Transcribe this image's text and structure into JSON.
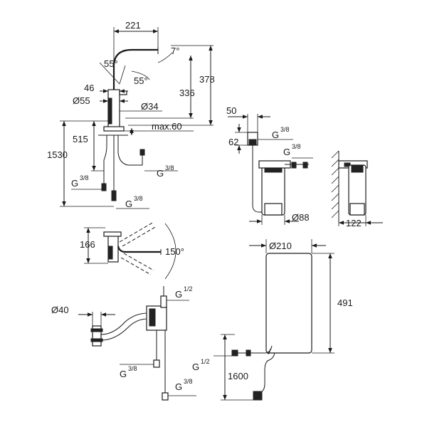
{
  "view_top_left": {
    "dim_spout_reach": "221",
    "dim_angle_spout": "7°",
    "dim_angle_lever_a": "55°",
    "dim_angle_lever_b": "55°",
    "dim_height_total": "378",
    "dim_height_spout": "336",
    "dim_lever_width": "46",
    "dim_base_diameter": "Ø55",
    "dim_hole_diameter": "Ø34",
    "dim_max_deck": "max.60",
    "dim_hose_length": "515",
    "dim_connection_length": "1530",
    "conn_outlet_right": "G",
    "conn_outlet_right_frac": "3/8",
    "conn_outlet_left": "G",
    "conn_outlet_left_frac": "3/8",
    "conn_bottom": "G",
    "conn_bottom_frac": "3/8"
  },
  "view_filter": {
    "dim_head_offset": "50",
    "dim_head_height": "62",
    "conn_top": "G",
    "conn_top_frac": "3/8",
    "conn_side": "G",
    "conn_side_frac": "3/8",
    "dim_filter_diameter": "Ø88",
    "dim_wall_distance": "122"
  },
  "view_swivel": {
    "dim_height": "166",
    "dim_rotation": "150°"
  },
  "view_valve": {
    "dim_hose_diameter": "Ø40",
    "conn_inlet": "G",
    "conn_inlet_frac": "1/2",
    "conn_outlet_a": "G",
    "conn_outlet_a_frac": "3/8",
    "conn_outlet_b": "G",
    "conn_outlet_b_frac": "3/8"
  },
  "view_boiler": {
    "dim_diameter": "Ø210",
    "dim_height": "491",
    "conn_inlet": "G",
    "conn_inlet_frac": "1/2",
    "dim_cable_length": "1600"
  }
}
